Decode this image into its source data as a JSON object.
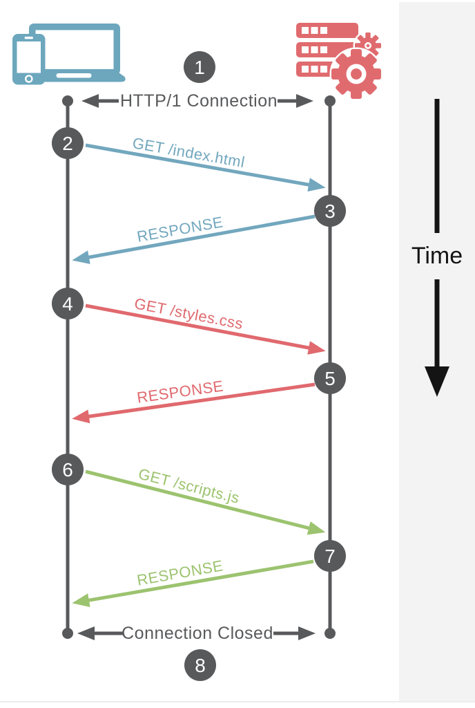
{
  "palette": {
    "gray": "#58595B",
    "blue": "#72A7BE",
    "red": "#E0696E",
    "green": "#9CC36F",
    "client": "#6CA7BD",
    "server": "#E06B6F",
    "panel": "#F3F3F4",
    "ink": "#141414"
  },
  "icons": {
    "client": "client-devices-icon (laptop + tablet)",
    "server": "server-stack-gears-icon"
  },
  "connection": {
    "open_label": "HTTP/1 Connection",
    "closed_label": "Connection Closed"
  },
  "time_label": "Time",
  "steps": [
    "1",
    "2",
    "3",
    "4",
    "5",
    "6",
    "7",
    "8"
  ],
  "messages": [
    {
      "step": "2",
      "type": "request",
      "label": "GET /index.html",
      "color": "#72A7BE"
    },
    {
      "step": "3",
      "type": "response",
      "label": "RESPONSE",
      "color": "#72A7BE"
    },
    {
      "step": "4",
      "type": "request",
      "label": "GET /styles.css",
      "color": "#E0696E"
    },
    {
      "step": "5",
      "type": "response",
      "label": "RESPONSE",
      "color": "#E0696E"
    },
    {
      "step": "6",
      "type": "request",
      "label": "GET /scripts.js",
      "color": "#9CC36F"
    },
    {
      "step": "7",
      "type": "response",
      "label": "RESPONSE",
      "color": "#9CC36F"
    }
  ]
}
